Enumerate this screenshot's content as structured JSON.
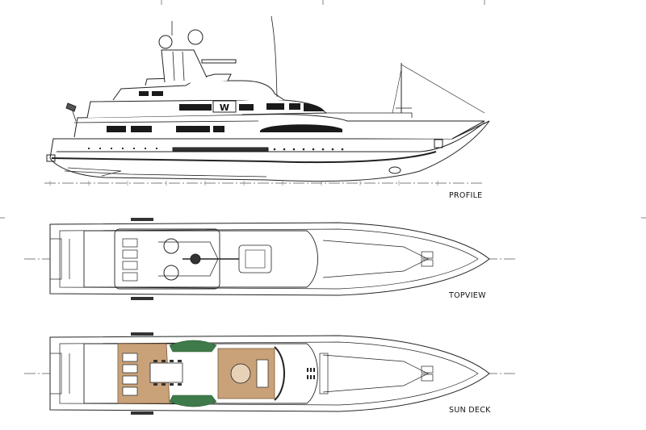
{
  "views": {
    "profile": {
      "label": "PROFILE"
    },
    "topview": {
      "label": "TOPVIEW"
    },
    "sundeck": {
      "label": "SUN DECK"
    }
  },
  "logo": {
    "text": "W"
  },
  "colors": {
    "line": "#222222",
    "teak": "#c9a27a",
    "green_trim": "#3f7a4a",
    "window": "#1a1a1a",
    "centerline": "#555555"
  }
}
